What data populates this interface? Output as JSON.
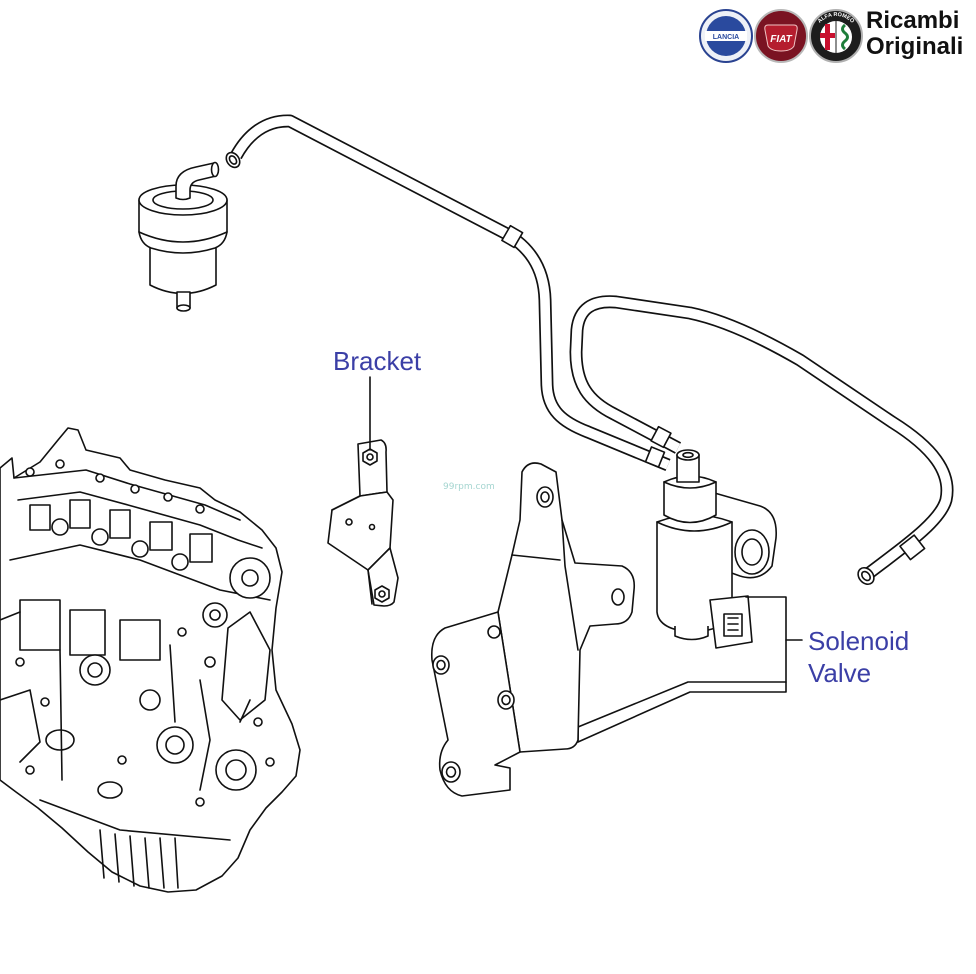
{
  "brand": {
    "logos": [
      {
        "name": "lancia-logo",
        "text": "LANCIA",
        "color": "#2a4a9e"
      },
      {
        "name": "fiat-logo",
        "text": "FIAT",
        "color": "#b51d2e"
      },
      {
        "name": "alfa-romeo-logo",
        "text": "ALFA ROMEO",
        "color": "#1d1d1d"
      }
    ],
    "title_line1": "Ricambi",
    "title_line2": "Originali"
  },
  "callouts": {
    "bracket": "Bracket",
    "solenoid_valve_line1": "Solenoid",
    "solenoid_valve_line2": "Valve"
  },
  "watermark": "99rpm.com",
  "colors": {
    "callout_text": "#3b3fa6",
    "line_art": "#111111",
    "background": "#ffffff"
  }
}
